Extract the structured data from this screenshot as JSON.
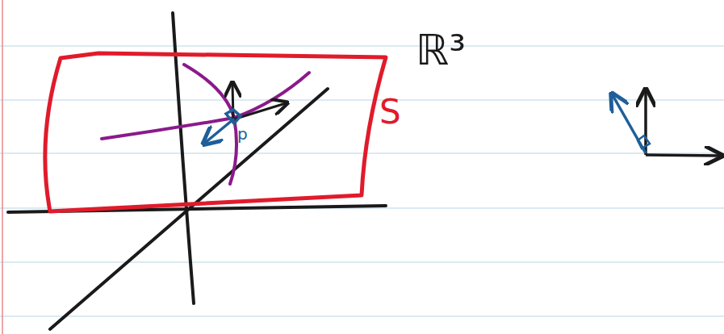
{
  "diagram": {
    "labels": [
      "ℝ³",
      "S",
      "p"
    ]
  }
}
